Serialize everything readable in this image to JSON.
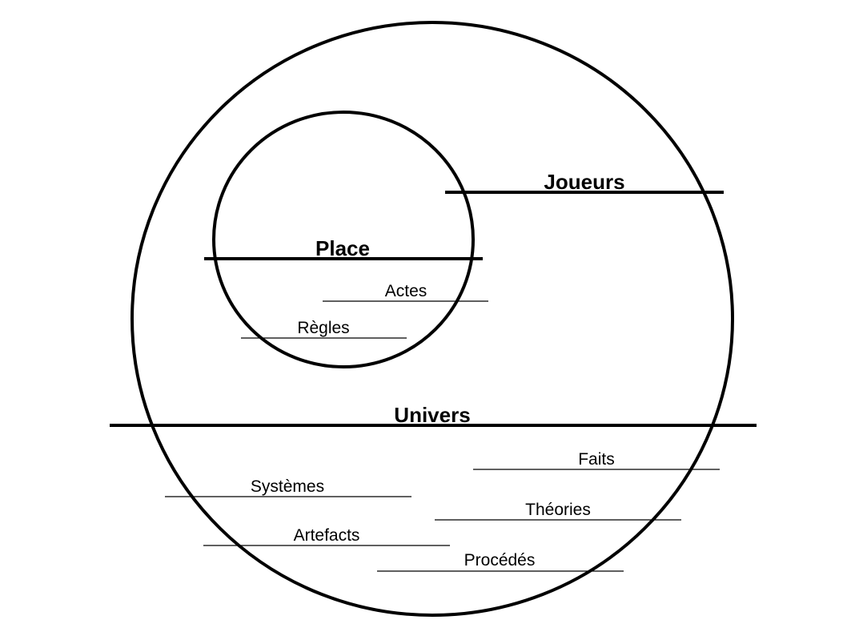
{
  "diagram": {
    "outer_circle": {
      "title": "Univers",
      "items": [
        "Faits",
        "Systèmes",
        "Théories",
        "Artefacts",
        "Procédés"
      ]
    },
    "players": {
      "title": "Joueurs"
    },
    "inner_circle": {
      "title": "Place",
      "items": [
        "Actes",
        "Règles"
      ]
    },
    "colors": {
      "stroke": "#000000",
      "background": "#ffffff"
    }
  }
}
